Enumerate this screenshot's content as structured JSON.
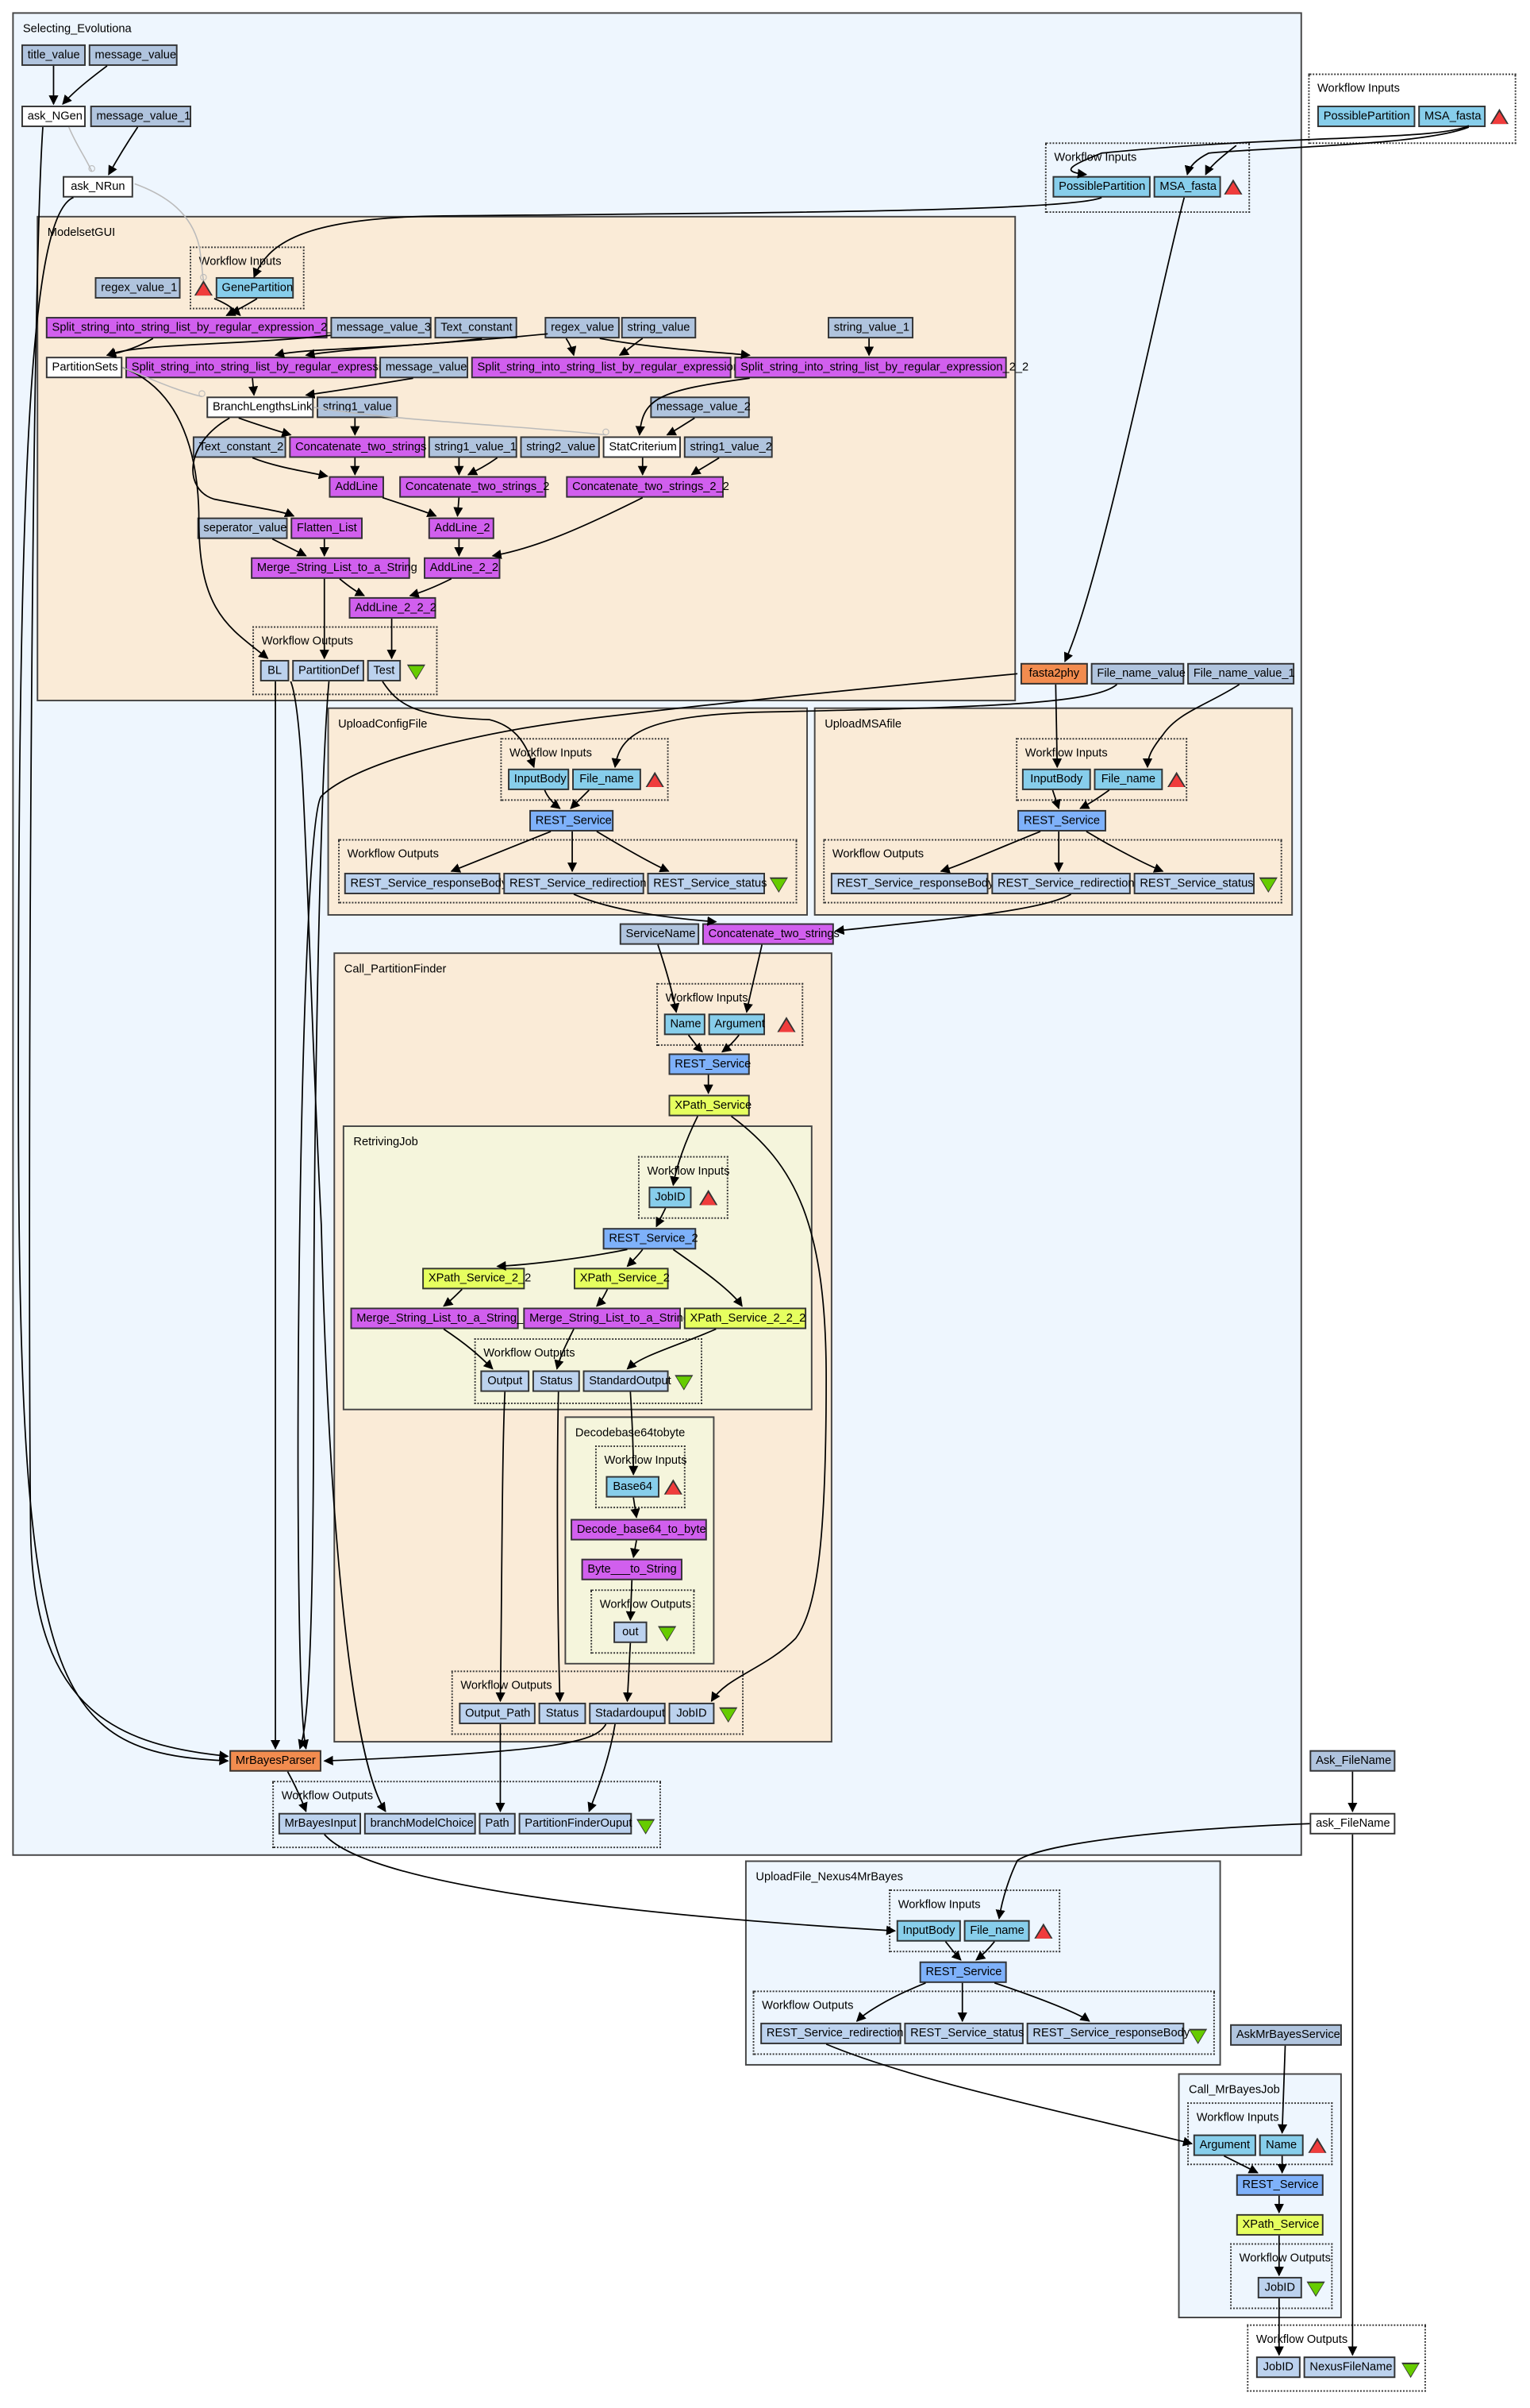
{
  "diagram": {
    "title": "Selecting_Evolutiona",
    "legend": {
      "workflow_inputs": "Workflow Inputs",
      "workflow_outputs": "Workflow Outputs"
    },
    "colors": {
      "constant": "#b0c4de",
      "beanshell_white": "#ffffff",
      "workflow_input": "#87ceeb",
      "workflow_output": "#bcd2ee",
      "local_worker": "#d15fee",
      "rest_service": "#7eb1fa",
      "xpath_service": "#e6ff5f",
      "beanshell_script": "#f28c4f",
      "outer_cluster": "#eef6fe",
      "nested_cluster": "#faebd7",
      "inner_nested_cluster": "#f5f5dc",
      "input_marker": "#f03c3c",
      "output_marker": "#66cc00"
    },
    "top_inputs": [
      "PossiblePartition",
      "MSA_fasta"
    ],
    "top_outputs": [
      "JobID",
      "NexusFileName"
    ],
    "main": {
      "nodes": {
        "title_value": "title_value",
        "message_value": "message_value",
        "ask_NGen": "ask_NGen",
        "message_value_1": "message_value_1",
        "ask_NRun": "ask_NRun",
        "fasta2phy": "fasta2phy",
        "File_name_value": "File_name_value",
        "File_name_value_1": "File_name_value_1",
        "ServiceName": "ServiceName",
        "Concatenate_two_strings": "Concatenate_two_strings",
        "MrBayesParser": "MrBayesParser"
      },
      "inputs": [
        "PossiblePartition",
        "MSA_fasta"
      ],
      "outputs": [
        "MrBayesInput",
        "branchModelChoice",
        "Path",
        "PartitionFinderOuput"
      ]
    },
    "modelset_gui": {
      "title": "ModelsetGUI",
      "inputs": [
        "GenePartition"
      ],
      "nodes": {
        "regex_value_1": "regex_value_1",
        "split_222": "Split_string_into_string_list_by_regular_expression_2_2_2",
        "message_value_3": "message_value_3",
        "Text_constant": "Text_constant",
        "regex_value": "regex_value",
        "string_value": "string_value",
        "string_value_1": "string_value_1",
        "PartitionSets": "PartitionSets",
        "split": "Split_string_into_string_list_by_regular_expression",
        "message_value": "message_value",
        "split_2": "Split_string_into_string_list_by_regular_expression_2",
        "split_22": "Split_string_into_string_list_by_regular_expression_2_2",
        "BranchLengthsLink": "BranchLengthsLink",
        "string1_value": "string1_value",
        "message_value_2": "message_value_2",
        "Text_constant_2": "Text_constant_2",
        "Concatenate_two_strings": "Concatenate_two_strings",
        "string1_value_1": "string1_value_1",
        "string2_value": "string2_value",
        "StatCriterium": "StatCriterium",
        "string1_value_2": "string1_value_2",
        "AddLine": "AddLine",
        "Concatenate_two_strings_2": "Concatenate_two_strings_2",
        "Concatenate_two_strings_2_2": "Concatenate_two_strings_2_2",
        "seperator_value": "seperator_value",
        "Flatten_List": "Flatten_List",
        "AddLine_2": "AddLine_2",
        "Merge_String_List_to_a_String": "Merge_String_List_to_a_String",
        "AddLine_2_2": "AddLine_2_2",
        "AddLine_2_2_2": "AddLine_2_2_2"
      },
      "outputs": [
        "BL",
        "PartitionDef",
        "Test"
      ]
    },
    "upload_config_file": {
      "title": "UploadConfigFile",
      "inputs": [
        "InputBody",
        "File_name"
      ],
      "service": "REST_Service",
      "outputs": [
        "REST_Service_responseBody",
        "REST_Service_redirection",
        "REST_Service_status"
      ]
    },
    "upload_msa_file": {
      "title": "UploadMSAfile",
      "inputs": [
        "InputBody",
        "File_name"
      ],
      "service": "REST_Service",
      "outputs": [
        "REST_Service_responseBody",
        "REST_Service_redirection",
        "REST_Service_status"
      ]
    },
    "call_partition_finder": {
      "title": "Call_PartitionFinder",
      "inputs": [
        "Name",
        "Argument"
      ],
      "rest": "REST_Service",
      "xpath": "XPath_Service",
      "outputs": [
        "Output_Path",
        "Status",
        "Stadardouput",
        "JobID"
      ],
      "retriving_job": {
        "title": "RetrivingJob",
        "inputs": [
          "JobID"
        ],
        "rest": "REST_Service_2",
        "xpath_2_2": "XPath_Service_2_2",
        "xpath_2": "XPath_Service_2",
        "merge_2": "Merge_String_List_to_a_String_2",
        "merge": "Merge_String_List_to_a_String",
        "xpath_2_2_2": "XPath_Service_2_2_2",
        "outputs": [
          "Output",
          "Status",
          "StandardOutput"
        ]
      },
      "decode": {
        "title": "Decodebase64tobyte",
        "inputs": [
          "Base64"
        ],
        "decode": "Decode_base64_to_byte",
        "byte_to_string": "Byte___to_String",
        "outputs": [
          "out"
        ]
      }
    },
    "ask_filename": {
      "constant": "Ask_FileName",
      "node": "ask_FileName"
    },
    "upload_nexus": {
      "title": "UploadFile_Nexus4MrBayes",
      "inputs": [
        "InputBody",
        "File_name"
      ],
      "service": "REST_Service",
      "outputs": [
        "REST_Service_redirection",
        "REST_Service_status",
        "REST_Service_responseBody"
      ]
    },
    "ask_mrbayes_service": "AskMrBayesService",
    "call_mrbayes_job": {
      "title": "Call_MrBayesJob",
      "inputs": [
        "Argument",
        "Name"
      ],
      "rest": "REST_Service",
      "xpath": "XPath_Service",
      "outputs": [
        "JobID"
      ]
    }
  }
}
